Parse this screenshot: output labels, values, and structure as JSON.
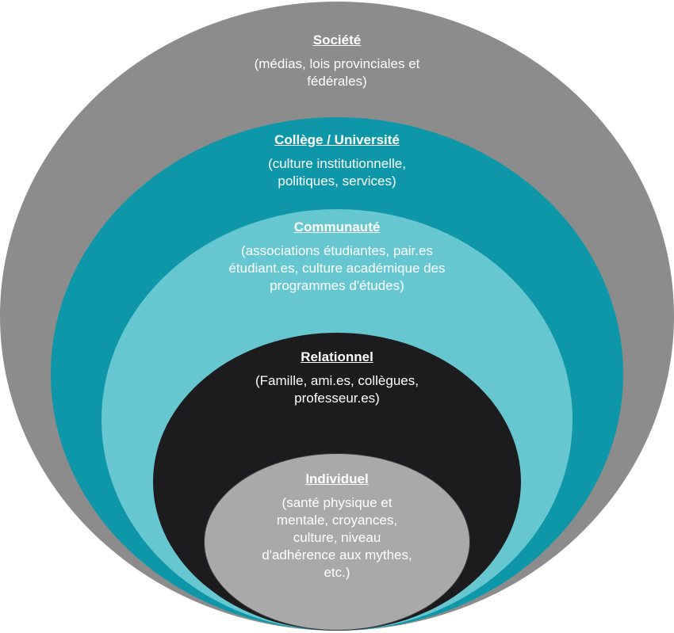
{
  "diagram": {
    "levels": [
      {
        "key": "societe",
        "title": "Société",
        "description": "(médias, lois provinciales et fédérales)",
        "fill": "#8c8c8c",
        "text_color": "#ffffff"
      },
      {
        "key": "college",
        "title": "Collège / Université",
        "description": "(culture institutionnelle, politiques, services)",
        "fill": "#0e97a8",
        "text_color": "#ffffff"
      },
      {
        "key": "communaute",
        "title": "Communauté",
        "description": "(associations étudiantes, pair.es étudiant.es, culture académique des programmes d'études)",
        "fill": "#67c7d1",
        "text_color": "#ffffff"
      },
      {
        "key": "relationnel",
        "title": "Relationnel",
        "description": "(Famille, ami.es, collègues, professeur.es)",
        "fill": "#1c1b1d",
        "text_color": "#ffffff"
      },
      {
        "key": "individuel",
        "title": "Individuel",
        "description": "(santé physique et mentale, croyances, culture, niveau d'adhérence aux mythes, etc.)",
        "fill": "#a9a9a9",
        "text_color": "#ffffff"
      }
    ]
  }
}
